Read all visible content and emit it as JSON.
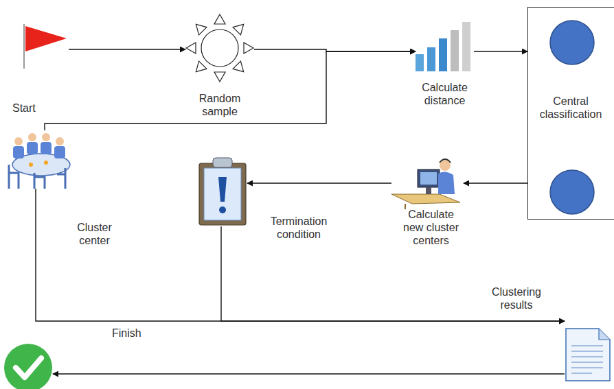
{
  "diagram": {
    "nodes": [
      {
        "text": [
          "Start"
        ]
      },
      {
        "text": [
          "Random sample"
        ]
      },
      {
        "text": [
          "Calculate distance"
        ]
      },
      {
        "text": [
          "Central classification"
        ]
      },
      {
        "text": [
          "Cluster center"
        ]
      },
      {
        "text": [
          "Termination condition"
        ]
      },
      {
        "text": [
          "Calculate new cluster centers"
        ]
      },
      {
        "text": [
          "Clustering results"
        ]
      },
      {
        "text": [
          "Finish"
        ]
      }
    ],
    "edges": [
      {
        "from": 0,
        "to": 1,
        "arrow": "to"
      },
      {
        "from": 1,
        "to": 2,
        "arrow": "to"
      },
      {
        "from": 4,
        "to": 2,
        "arrow": "to"
      },
      {
        "from": 2,
        "to": 3,
        "arrow": "to"
      },
      {
        "from": 3,
        "to": 6,
        "arrow": "to"
      },
      {
        "from": 6,
        "to": 5,
        "arrow": "to"
      },
      {
        "from": 5,
        "to": 7,
        "arrow": "to"
      },
      {
        "from": 4,
        "to": 7,
        "arrow": "to"
      },
      {
        "from": 7,
        "to": 8,
        "arrow": "to"
      }
    ]
  }
}
